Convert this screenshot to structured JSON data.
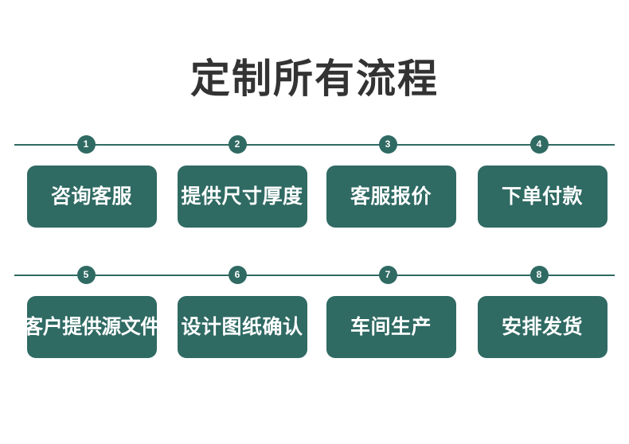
{
  "page": {
    "title": "定制所有流程",
    "background_color": "#ffffff",
    "title_color": "#333333",
    "accent_color": "#2F6A63",
    "card_text_color": "#ffffff"
  },
  "rows": [
    {
      "row_name": "steps-row-1",
      "steps": [
        {
          "number": "1",
          "label": "咨询客服"
        },
        {
          "number": "2",
          "label": "提供尺寸厚度"
        },
        {
          "number": "3",
          "label": "客服报价"
        },
        {
          "number": "4",
          "label": "下单付款"
        }
      ]
    },
    {
      "row_name": "steps-row-2",
      "steps": [
        {
          "number": "5",
          "label": "客户提供源文件"
        },
        {
          "number": "6",
          "label": "设计图纸确认"
        },
        {
          "number": "7",
          "label": "车间生产"
        },
        {
          "number": "8",
          "label": "安排发货"
        }
      ]
    }
  ]
}
